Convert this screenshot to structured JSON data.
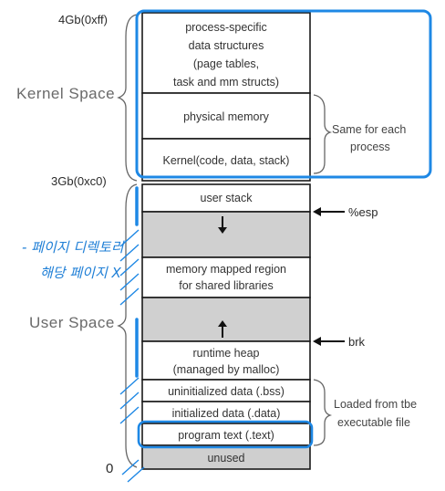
{
  "addresses": {
    "top": "4Gb(0xff)",
    "kernel_boundary": "3Gb(0xc0)",
    "bottom": "0"
  },
  "side_labels": {
    "kernel": "Kernel Space",
    "user": "User Space"
  },
  "segments": [
    {
      "id": "process-specific",
      "lines": [
        "process-specific",
        "data structures",
        "(page tables,",
        "task and mm structs)"
      ],
      "fill": "#ffffff"
    },
    {
      "id": "physical-memory",
      "lines": [
        "physical memory"
      ],
      "fill": "#ffffff"
    },
    {
      "id": "kernel-code",
      "lines": [
        "Kernel(code, data, stack)"
      ],
      "fill": "#ffffff"
    },
    {
      "id": "user-stack",
      "lines": [
        "user stack"
      ],
      "fill": "#ffffff"
    },
    {
      "id": "stack-gap",
      "lines": [],
      "fill": "#d0d0d0"
    },
    {
      "id": "mmap-region",
      "lines": [
        "memory mapped region",
        "for shared libraries"
      ],
      "fill": "#ffffff"
    },
    {
      "id": "heap-gap",
      "lines": [],
      "fill": "#d0d0d0"
    },
    {
      "id": "runtime-heap",
      "lines": [
        "runtime heap",
        "(managed by malloc)"
      ],
      "fill": "#ffffff"
    },
    {
      "id": "bss",
      "lines": [
        "uninitialized data (.bss)"
      ],
      "fill": "#ffffff"
    },
    {
      "id": "data",
      "lines": [
        "initialized data (.data)"
      ],
      "fill": "#ffffff"
    },
    {
      "id": "text",
      "lines": [
        "program text (.text)"
      ],
      "fill": "#ffffff"
    },
    {
      "id": "unused",
      "lines": [
        "unused"
      ],
      "fill": "#cfcfcf"
    }
  ],
  "pointers": {
    "esp": "%esp",
    "brk": "brk"
  },
  "notes": {
    "same_line1": "Same for each",
    "same_line2": "process",
    "loaded_line1": "Loaded from tbe",
    "loaded_line2": "executable file"
  },
  "handwritten": {
    "line1": "- 페이지 디렉토리",
    "line2": "해당 페이지 X"
  },
  "colors": {
    "highlight": "#1e88e5",
    "gap": "#d0d0d0",
    "border": "#1a1a1a"
  }
}
